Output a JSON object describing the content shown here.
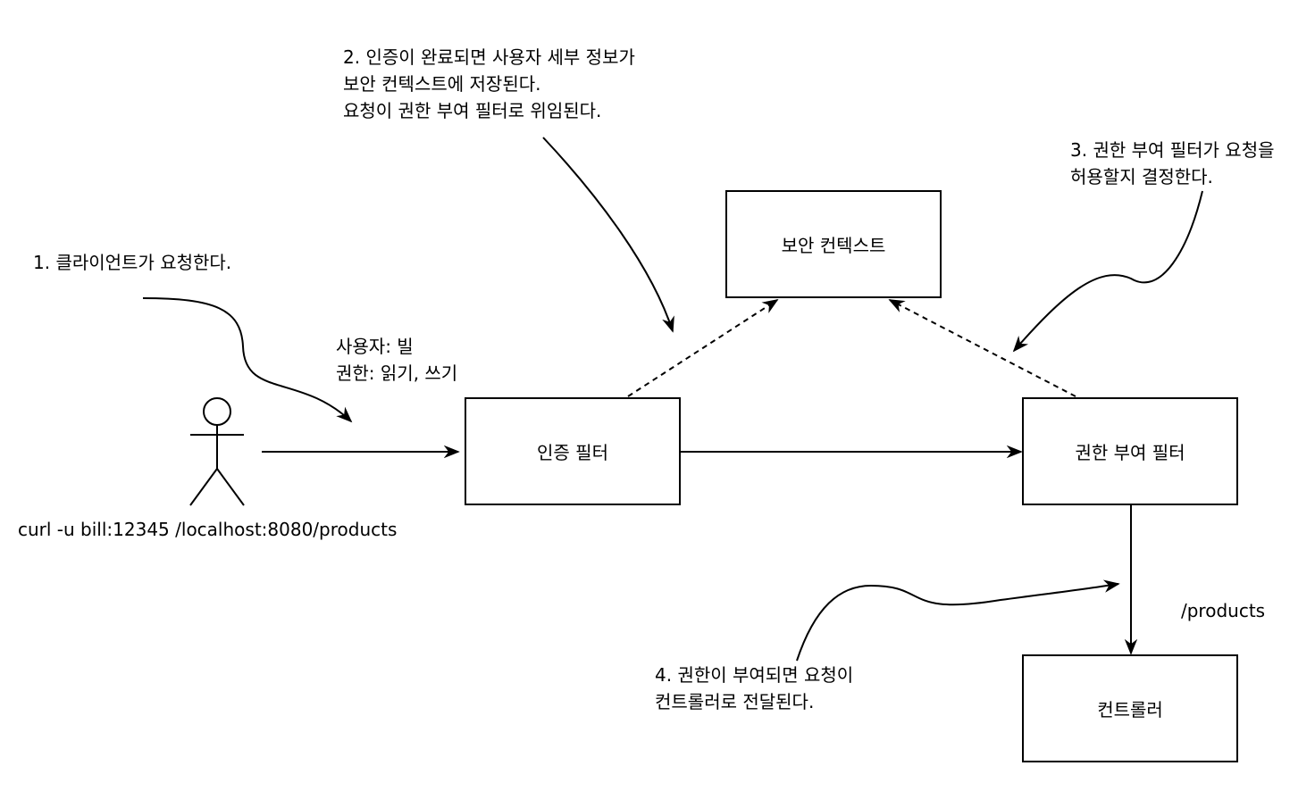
{
  "boxes": {
    "security_context": "보안 컨텍스트",
    "authentication_filter": "인증 필터",
    "authorization_filter": "권한 부여 필터",
    "controller": "컨트롤러"
  },
  "notes": {
    "step1": "1. 클라이언트가 요청한다.",
    "step2": [
      "2. 인증이 완료되면 사용자 세부 정보가",
      "보안 컨텍스트에 저장된다.",
      "요청이 권한 부여 필터로 위임된다."
    ],
    "step3": [
      "3. 권한 부여 필터가 요청을",
      "허용할지 결정한다."
    ],
    "step4": [
      "4. 권한이 부여되면 요청이",
      "컨트롤러로 전달된다."
    ]
  },
  "credentials": [
    "사용자: 빌",
    "권한: 읽기, 쓰기"
  ],
  "request_command": "curl -u bill:12345 /localhost:8080/products",
  "path_label": "/products",
  "icons": {
    "actor": "stick-figure-icon"
  }
}
